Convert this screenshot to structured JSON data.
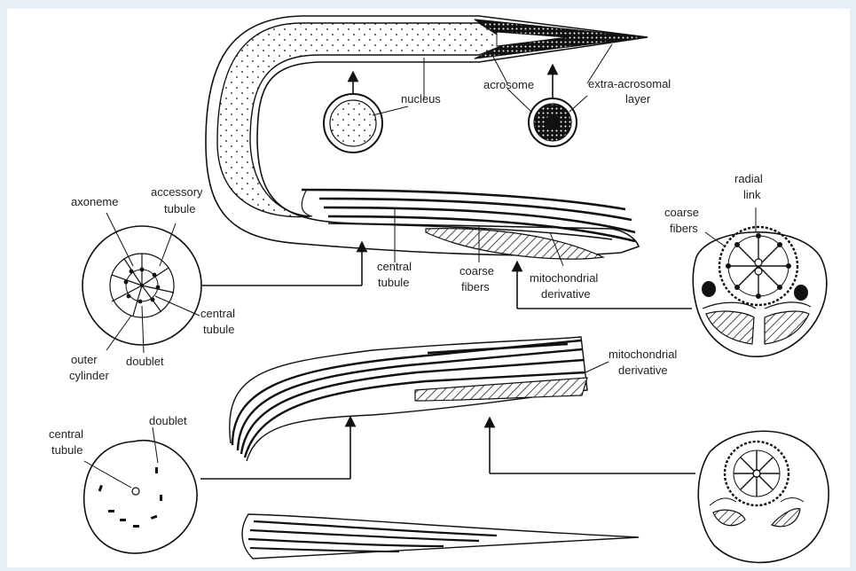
{
  "labels": {
    "nucleus": "nucleus",
    "acrosome": "acrosome",
    "extra_acrosomal_1": "extra-acrosomal",
    "extra_acrosomal_2": "layer",
    "axoneme": "axoneme",
    "accessory_1": "accessory",
    "accessory_2": "tubule",
    "central_tubule_left_1": "central",
    "central_tubule_left_2": "tubule",
    "outer_cylinder_1": "outer",
    "outer_cylinder_2": "cylinder",
    "doublet_left": "doublet",
    "central_tubule_mid_1": "central",
    "central_tubule_mid_2": "tubule",
    "coarse_fibers_mid_1": "coarse",
    "coarse_fibers_mid_2": "fibers",
    "mito_deriv_mid_1": "mitochondrial",
    "mito_deriv_mid_2": "derivative",
    "radial_link_1": "radial",
    "radial_link_2": "link",
    "coarse_fibers_right_1": "coarse",
    "coarse_fibers_right_2": "fibers",
    "mito_deriv_lower_1": "mitochondrial",
    "mito_deriv_lower_2": "derivative",
    "central_tubule_bottom_1": "central",
    "central_tubule_bottom_2": "tubule",
    "doublet_bottom": "doublet"
  }
}
